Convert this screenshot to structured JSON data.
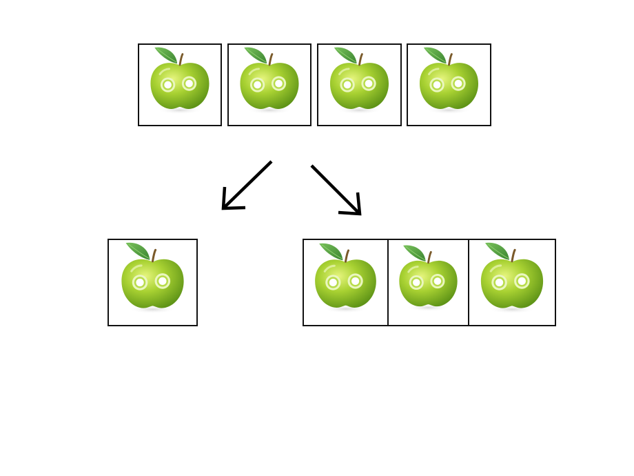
{
  "diagram": {
    "icon": "green-apple-with-eyes-icon",
    "colors": {
      "apple_light": "#d8ee6a",
      "apple_mid": "#9ccb2c",
      "apple_dark": "#5f9417",
      "leaf": "#4f9a3a",
      "stem": "#7a5a2a",
      "eye_ring": "#ffffff",
      "eye_iris": "#b8dc4a",
      "border": "#111111",
      "arrow": "#000000"
    },
    "whole_group_count": 4,
    "split_parts": [
      1,
      3
    ]
  }
}
